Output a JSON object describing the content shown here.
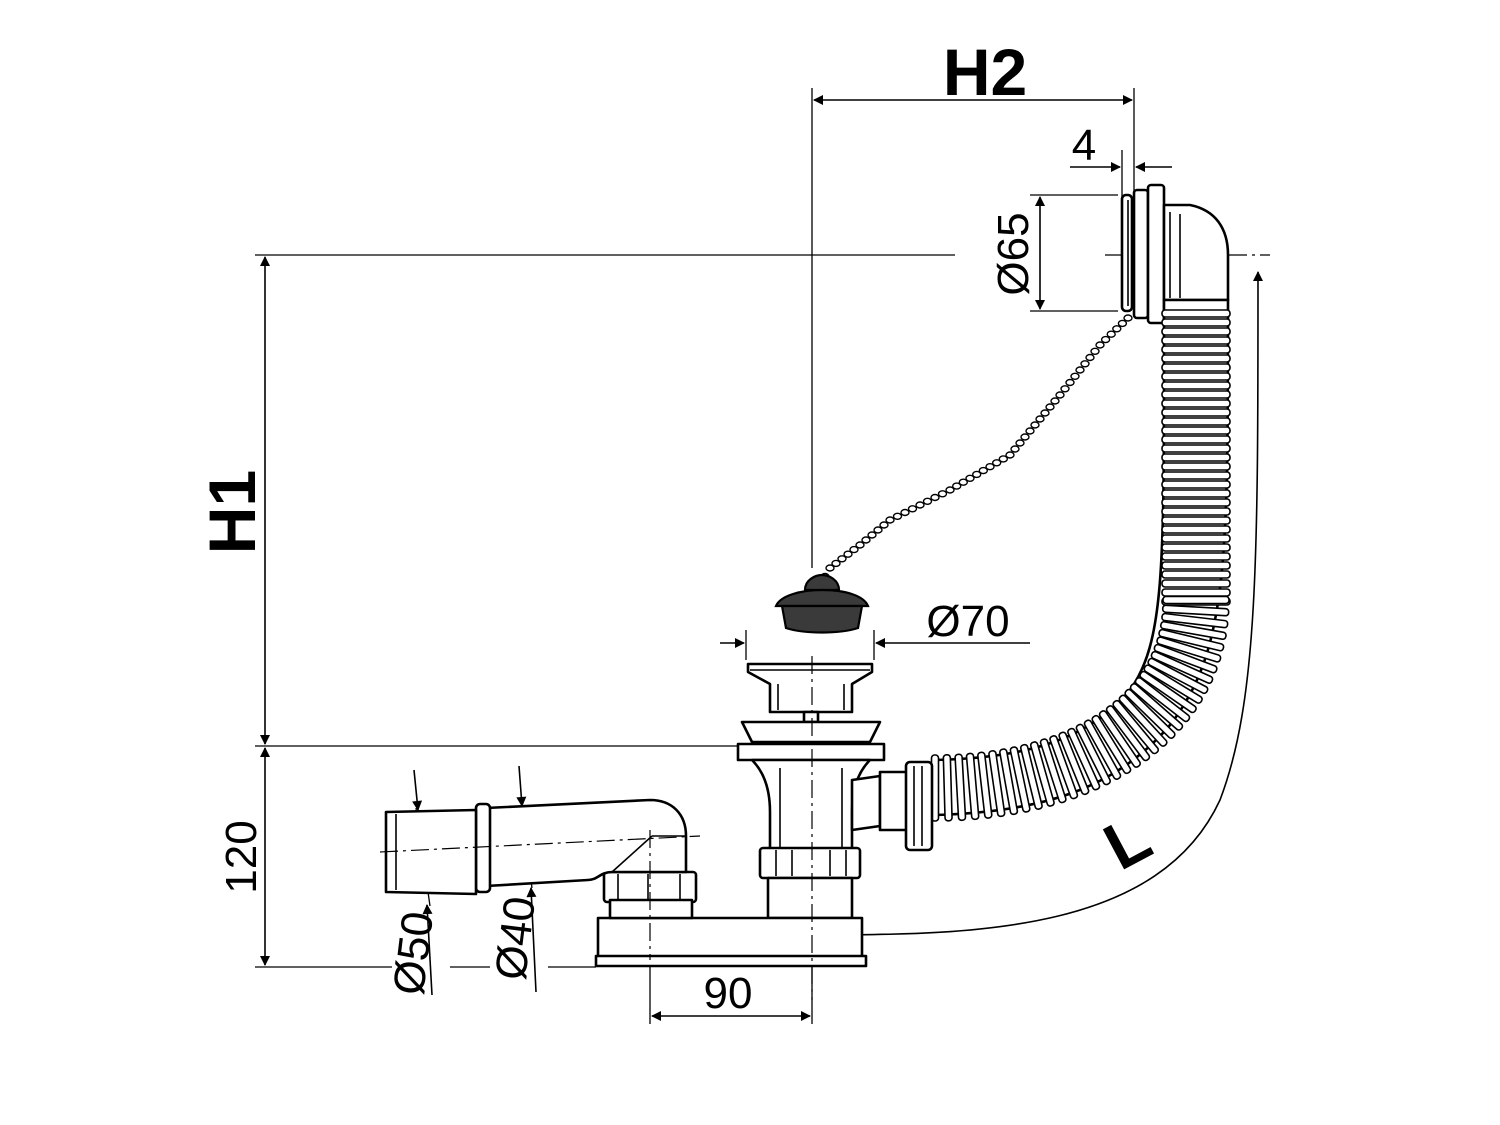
{
  "diagram": {
    "labels": {
      "h1": "H1",
      "h2": "H2",
      "l": "L",
      "dim_4": "4",
      "dim_65": "Ø65",
      "dim_70": "Ø70",
      "dim_120": "120",
      "dim_50": "Ø50",
      "dim_40": "Ø40",
      "dim_90": "90"
    },
    "colors": {
      "line": "#000000",
      "fill": "#ffffff",
      "plug": "#3a3a3a"
    }
  }
}
